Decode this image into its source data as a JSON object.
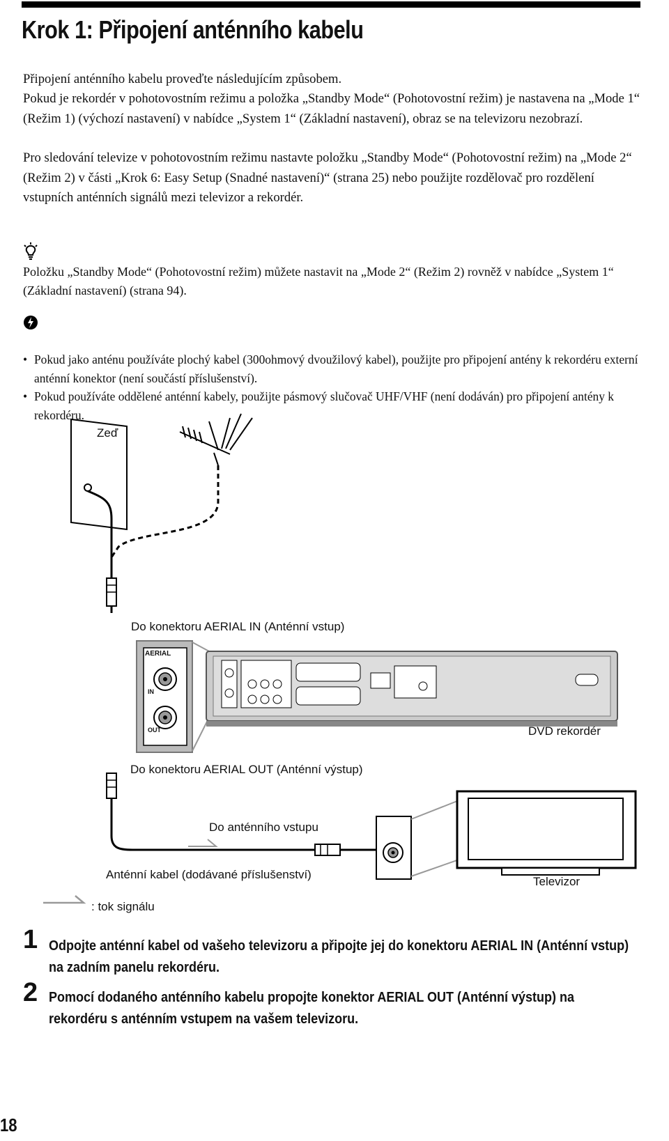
{
  "title": "Krok 1: Připojení anténního kabelu",
  "intro": {
    "p1": "Připojení anténního kabelu proveďte následujícím způsobem.",
    "p2": "Pokud je rekordér v pohotovostním režimu a položka „Standby Mode“ (Pohotovostní režim) je nastavena na „Mode 1“ (Režim 1) (výchozí nastavení) v nabídce „System 1“ (Základní nastavení), obraz se na televizoru nezobrazí.",
    "p3": "Pro sledování televize v pohotovostním režimu nastavte položku „Standby Mode“ (Pohotovostní režim) na „Mode 2“ (Režim 2) v části „Krok 6: Easy Setup (Snadné nastavení)“ (strana 25) nebo použijte rozdělovač pro rozdělení vstupních anténních signálů mezi televizor a rekordér."
  },
  "tip": {
    "icon": "lightbulb-icon",
    "text": "Položku „Standby Mode“ (Pohotovostní režim) můžete nastavit na „Mode 2“ (Režim 2) rovněž v nabídce „System 1“ (Základní nastavení) (strana 94)."
  },
  "notes": {
    "icon": "note-icon",
    "items": [
      "Pokud jako anténu používáte plochý kabel (300ohmový dvoužilový kabel), použijte pro připojení antény k rekordéru externí anténní konektor (není součástí příslušenství).",
      "Pokud používáte oddělené anténní kabely, použijte pásmový slučovač UHF/VHF (není dodáván) pro připojení antény k rekordéru."
    ]
  },
  "diagram": {
    "wall": "Zeď",
    "aerial_in": "Do konektoru AERIAL IN (Anténní vstup)",
    "aerial_out": "Do konektoru AERIAL OUT (Anténní výstup)",
    "dvd": "DVD rekordér",
    "to_tv_input": "Do anténního vstupu",
    "cable": "Anténní kabel (dodávané příslušenství)",
    "tv": "Televizor",
    "legend": ": tok signálu",
    "panel": {
      "aerial": "AERIAL",
      "in": "IN",
      "out": "OUT"
    }
  },
  "steps": [
    {
      "num": "1",
      "text": "Odpojte anténní kabel od vašeho televizoru a připojte jej do konektoru AERIAL IN (Anténní vstup) na zadním panelu rekordéru."
    },
    {
      "num": "2",
      "text": "Pomocí dodaného anténního kabelu propojte konektor AERIAL OUT (Anténní výstup) na rekordéru s anténním vstupem na vašem televizoru."
    }
  ],
  "page_number": "18"
}
